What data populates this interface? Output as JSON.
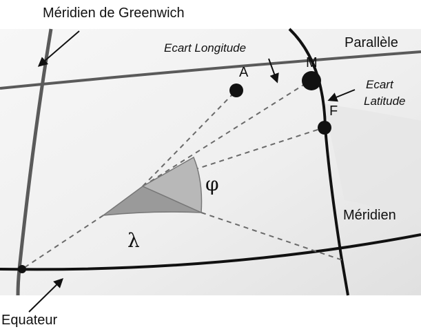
{
  "labels": {
    "greenwich": "Méridien de Greenwich",
    "ecart_longitude": "Ecart Longitude",
    "parallele": "Parallèle",
    "ecart": "Ecart",
    "latitude": "Latitude",
    "meridien": "Méridien",
    "equateur": "Equateur",
    "point_a": "A",
    "point_m": "M",
    "point_f": "F",
    "phi": "φ",
    "lambda": "λ"
  },
  "colors": {
    "sphere_light": "#f4f4f4",
    "sphere_shadow": "#dcdcdc",
    "greenwich_line": "#5a5a5a",
    "meridian_line": "#111111",
    "dashed": "#6a6a6a",
    "sector_phi": "#b8b8b8",
    "sector_lambda": "#9a9a9a"
  }
}
